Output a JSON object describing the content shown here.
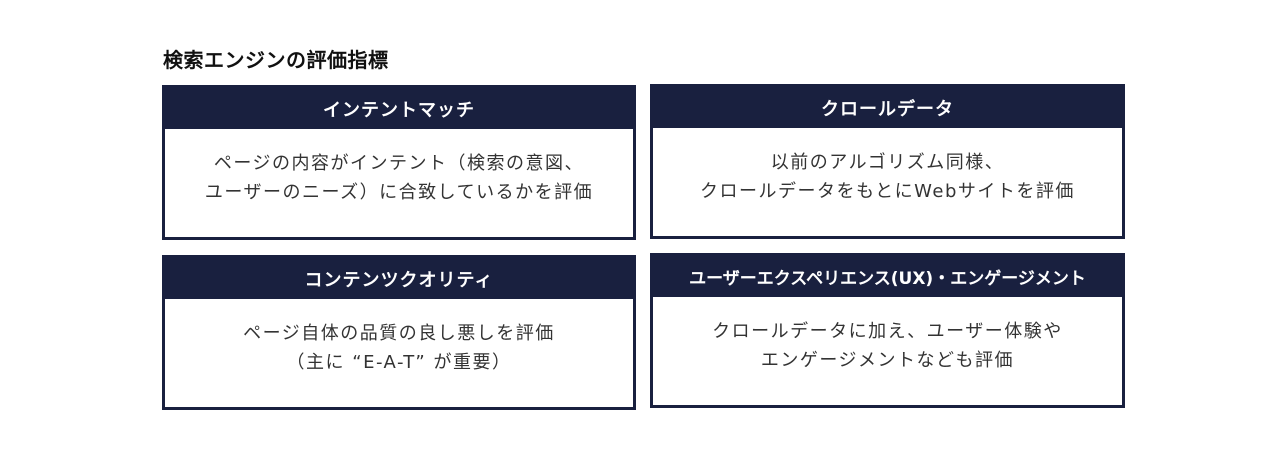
{
  "title": "検索エンジンの評価指標",
  "cards": [
    {
      "heading": "インテントマッチ",
      "lines": [
        "ページの内容がインテント（検索の意図、",
        "ユーザーのニーズ）に合致しているかを評価"
      ]
    },
    {
      "heading": "クロールデータ",
      "lines": [
        "以前のアルゴリズム同様、",
        "クロールデータをもとにWebサイトを評価"
      ]
    },
    {
      "heading": "コンテンツクオリティ",
      "lines": [
        "ページ自体の品質の良し悪しを評価",
        "（主に “E-A-T” が重要）"
      ]
    },
    {
      "heading": "ユーザーエクスペリエンス(UX)・エンゲージメント",
      "lines": [
        "クロールデータに加え、ユーザー体験や",
        "エンゲージメントなども評価"
      ]
    }
  ],
  "colors": {
    "navy": "#19203f"
  }
}
